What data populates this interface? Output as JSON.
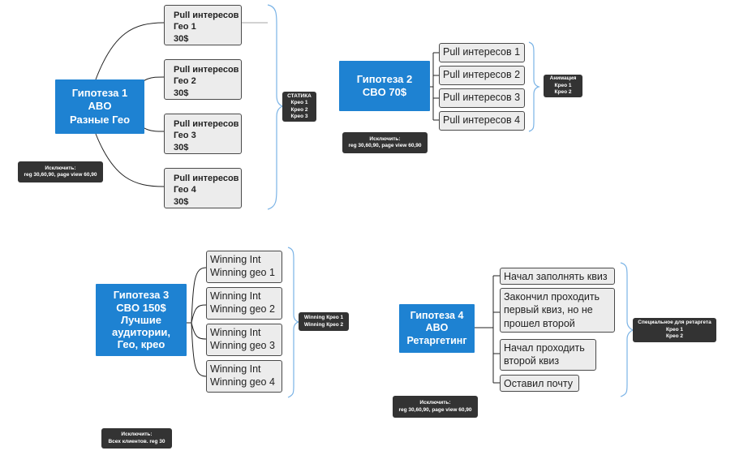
{
  "hypotheses": {
    "h1": {
      "title": [
        "Гипотеза 1",
        "ABO",
        "Разные Гео"
      ],
      "items": [
        [
          "Pull интересов",
          "Гео 1",
          "30$"
        ],
        [
          "Pull интересов",
          "Гео 2",
          "30$"
        ],
        [
          "Pull интересов",
          "Гео 3",
          "30$"
        ],
        [
          "Pull интересов",
          "Гео 4",
          "30$"
        ]
      ],
      "side": [
        "СТАТИКА",
        "Крео 1",
        "Крео 2",
        "Крео 3"
      ],
      "exclude": [
        "Исключить:",
        "reg 30,60,90, page view 60,90"
      ]
    },
    "h2": {
      "title": [
        "Гипотеза 2",
        "CBO 70$"
      ],
      "items": [
        "Pull интересов 1",
        "Pull интересов 2",
        "Pull интересов 3",
        "Pull интересов 4"
      ],
      "side": [
        "Анимация",
        "Крео 1",
        "Крео 2"
      ],
      "exclude": [
        "Исключить:",
        "reg 30,60,90, page view 60,90"
      ]
    },
    "h3": {
      "title": [
        "Гипотеза 3",
        "CBO 150$",
        "Лучшие",
        "аудитории,",
        "Гео, крео"
      ],
      "items": [
        [
          "Winning Int",
          "Winning geo 1"
        ],
        [
          "Winning Int",
          "Winning geo 2"
        ],
        [
          "Winning Int",
          "Winning geo 3"
        ],
        [
          "Winning Int",
          "Winning geo 4"
        ]
      ],
      "side": [
        "Winning Крео 1",
        "Winning Крео 2"
      ],
      "exclude": [
        "Исключить:",
        "Всех клиентов.  reg 30"
      ]
    },
    "h4": {
      "title": [
        "Гипотеза 4",
        "ABO",
        "Ретаргетинг"
      ],
      "items": [
        [
          "Начал заполнять квиз"
        ],
        [
          "Закончил проходить",
          "первый квиз, но не",
          "прошел второй"
        ],
        [
          "Начал проходить",
          "второй квиз"
        ],
        [
          "Оставил почту"
        ]
      ],
      "side": [
        "Специальное для ретаргета",
        "Крео 1",
        "Крео 2"
      ],
      "exclude": [
        "Исключить:",
        "reg 30,60,90, page view 60,90"
      ]
    }
  },
  "colors": {
    "hypothesis_fill": "#1e82d2",
    "node_fill": "#ececec",
    "node_border": "#4a4a4a",
    "label_fill": "#333333",
    "connector": "#222222",
    "bracket": "#6aaee8"
  }
}
